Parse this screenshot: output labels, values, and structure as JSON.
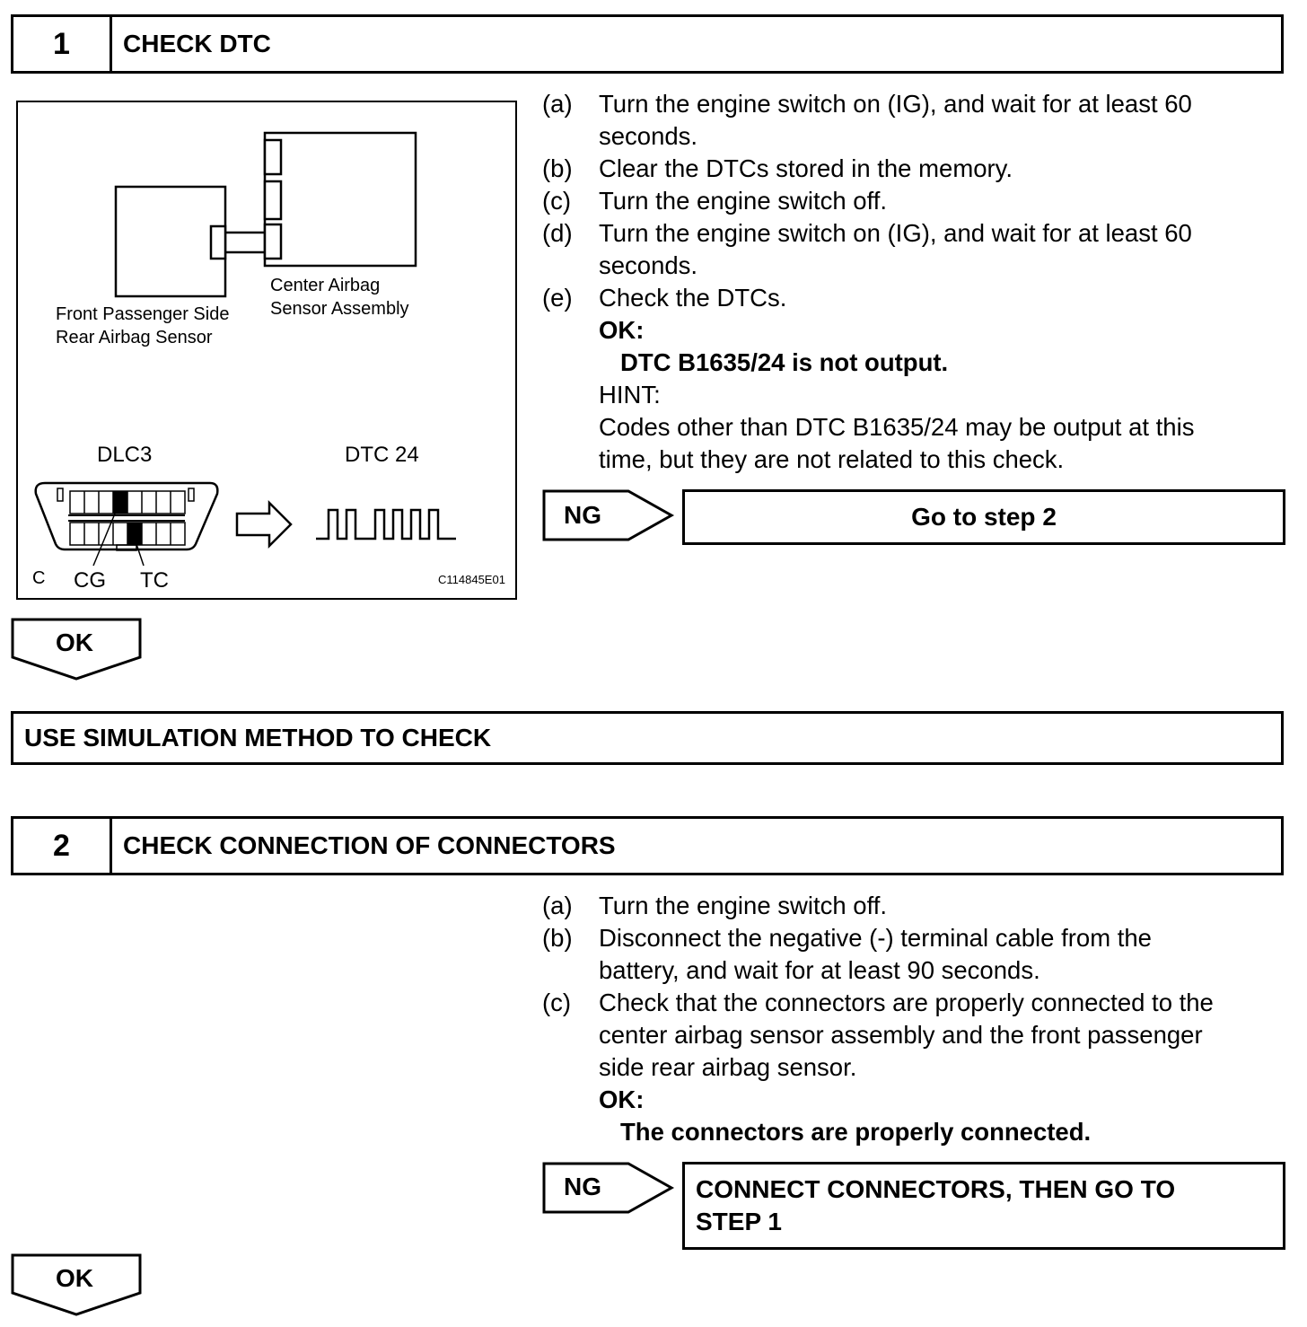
{
  "step1": {
    "number": "1",
    "title": "CHECK DTC",
    "items": [
      {
        "label": "(a)",
        "text": "Turn the engine switch on (IG), and wait for at least 60",
        "cont": "seconds."
      },
      {
        "label": "(b)",
        "text": "Clear the DTCs stored in the memory."
      },
      {
        "label": "(c)",
        "text": "Turn the engine switch off."
      },
      {
        "label": "(d)",
        "text": "Turn the engine switch on (IG), and wait for at least 60",
        "cont": "seconds."
      },
      {
        "label": "(e)",
        "text": "Check the DTCs."
      }
    ],
    "ok_label": "OK:",
    "ok_condition": "DTC B1635/24 is not output.",
    "hint_label": "HINT:",
    "hint_line1": "Codes other than DTC B1635/24 may be output at this",
    "hint_line2": "time, but they are not related to this check.",
    "ng_label": "NG",
    "ng_result": "Go to step 2",
    "ok_arrow": "OK"
  },
  "diagram": {
    "label_center_1": "Center Airbag",
    "label_center_2": "Sensor Assembly",
    "label_front_1": "Front Passenger Side",
    "label_front_2": "Rear Airbag Sensor",
    "label_dlc3": "DLC3",
    "label_dtc": "DTC 24",
    "label_c": "C",
    "label_cg": "CG",
    "label_tc": "TC",
    "figure_code": "C114845E01"
  },
  "simulation": {
    "title": "USE SIMULATION METHOD TO CHECK"
  },
  "step2": {
    "number": "2",
    "title": "CHECK CONNECTION OF CONNECTORS",
    "a_label": "(a)",
    "a_text": "Turn the engine switch off.",
    "b_label": "(b)",
    "b_text": "Disconnect the negative (-) terminal cable from the",
    "b_cont": "battery, and wait for at least 90 seconds.",
    "c_label": "(c)",
    "c_text": "Check that the connectors are properly connected to the",
    "c_cont1": "center airbag sensor assembly and the front passenger",
    "c_cont2": "side rear airbag sensor.",
    "ok_label": "OK:",
    "ok_condition": "The connectors are properly connected.",
    "ng_label": "NG",
    "ng_result_1": "CONNECT CONNECTORS, THEN GO TO",
    "ng_result_2": "STEP 1",
    "ok_arrow": "OK"
  }
}
